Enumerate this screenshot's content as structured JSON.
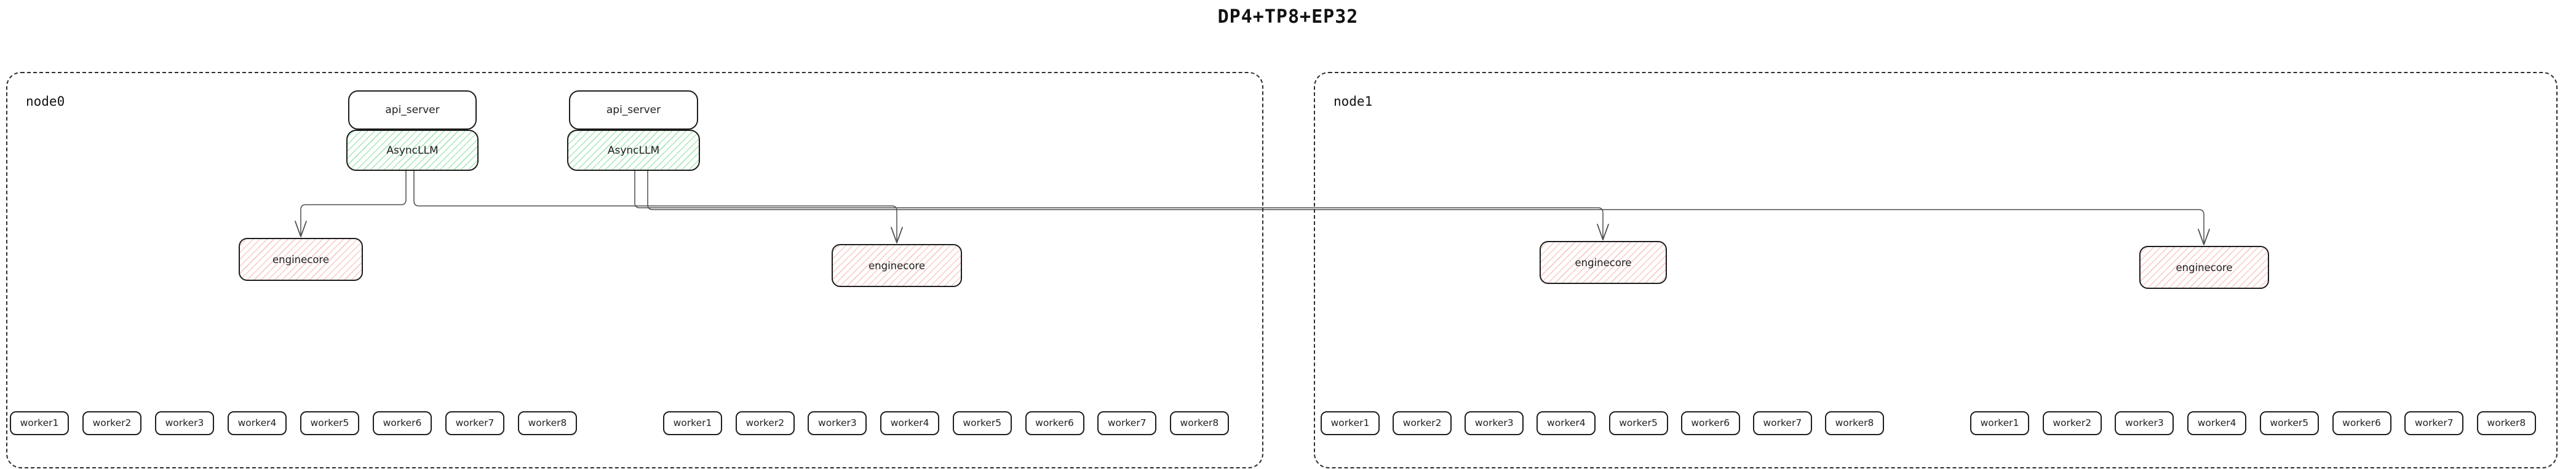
{
  "title": "DP4+TP8+EP32",
  "diagram": {
    "nodes": [
      {
        "label": "node0",
        "api_servers": [
          {
            "label": "api_server",
            "asyncllm_label": "AsyncLLM"
          },
          {
            "label": "api_server",
            "asyncllm_label": "AsyncLLM"
          }
        ],
        "enginecores": [
          "enginecore",
          "enginecore"
        ],
        "worker_groups": [
          [
            "worker1",
            "worker2",
            "worker3",
            "worker4",
            "worker5",
            "worker6",
            "worker7",
            "worker8"
          ],
          [
            "worker1",
            "worker2",
            "worker3",
            "worker4",
            "worker5",
            "worker6",
            "worker7",
            "worker8"
          ]
        ]
      },
      {
        "label": "node1",
        "api_servers": [],
        "enginecores": [
          "enginecore",
          "enginecore"
        ],
        "worker_groups": [
          [
            "worker1",
            "worker2",
            "worker3",
            "worker4",
            "worker5",
            "worker6",
            "worker7",
            "worker8"
          ],
          [
            "worker1",
            "worker2",
            "worker3",
            "worker4",
            "worker5",
            "worker6",
            "worker7",
            "worker8"
          ]
        ]
      }
    ],
    "colors": {
      "edge": "#4f4f4f",
      "box_border": "#1c1c1c",
      "asyncllm_hatch": "#60d47a",
      "enginecore_hatch": "#ee8075",
      "node_border": "#2e2e2e"
    }
  }
}
